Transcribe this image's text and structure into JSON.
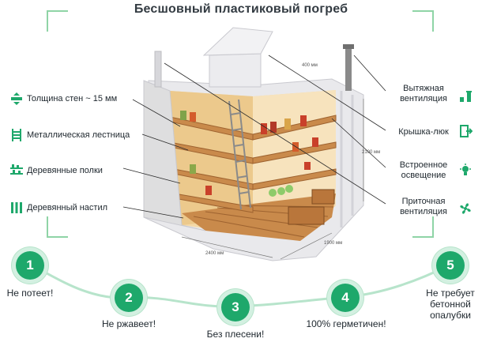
{
  "title": "Бесшовный пластиковый погреб",
  "left_features": [
    {
      "label": "Толщина стен ~ 15 мм",
      "icon": "wall-thickness-icon"
    },
    {
      "label": "Металлическая лестница",
      "icon": "ladder-icon"
    },
    {
      "label": "Деревянные полки",
      "icon": "shelves-icon"
    },
    {
      "label": "Деревянный настил",
      "icon": "floor-icon"
    }
  ],
  "right_features": [
    {
      "line1": "Вытяжная",
      "line2": "вентиляция",
      "icon": "exhaust-vent-icon"
    },
    {
      "line1": "Крышка-люк",
      "line2": "",
      "icon": "hatch-icon"
    },
    {
      "line1": "Встроенное",
      "line2": "освещение",
      "icon": "light-icon"
    },
    {
      "line1": "Приточная",
      "line2": "вентиляция",
      "icon": "fan-icon"
    }
  ],
  "dimensions": {
    "width": "2400 мм",
    "depth": "1900 мм",
    "height": "2100 мм",
    "neck": "400 мм"
  },
  "steps": [
    {
      "number": "1",
      "line1": "Не потеет!",
      "line2": "",
      "line3": ""
    },
    {
      "number": "2",
      "line1": "Не ржавеет!",
      "line2": "",
      "line3": ""
    },
    {
      "number": "3",
      "line1": "Без плесени!",
      "line2": "",
      "line3": ""
    },
    {
      "number": "4",
      "line1": "100% герметичен!",
      "line2": "",
      "line3": ""
    },
    {
      "number": "5",
      "line1": "Не требует",
      "line2": "бетонной",
      "line3": "опалубки"
    }
  ],
  "colors": {
    "accent": "#1ea86b",
    "accent_light": "#d3f0e1",
    "frame": "#8fd4a6",
    "wood": "#c98a4b",
    "shell": "#e9e9ec"
  }
}
